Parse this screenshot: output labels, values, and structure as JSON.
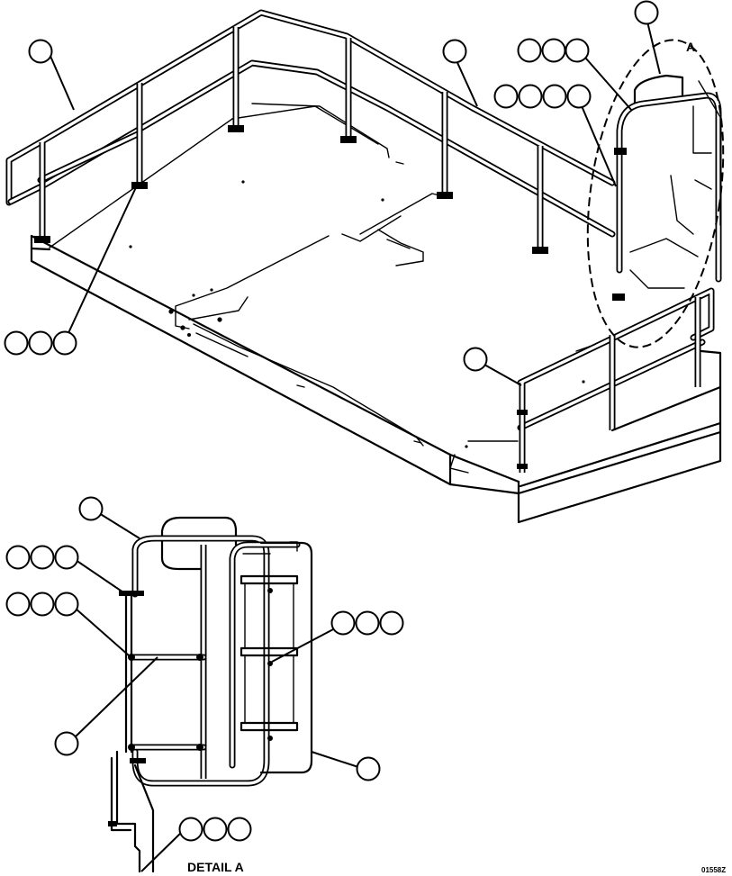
{
  "detail_marker": "A",
  "detail_caption": "DETAIL A",
  "drawing_number": "01558Z"
}
